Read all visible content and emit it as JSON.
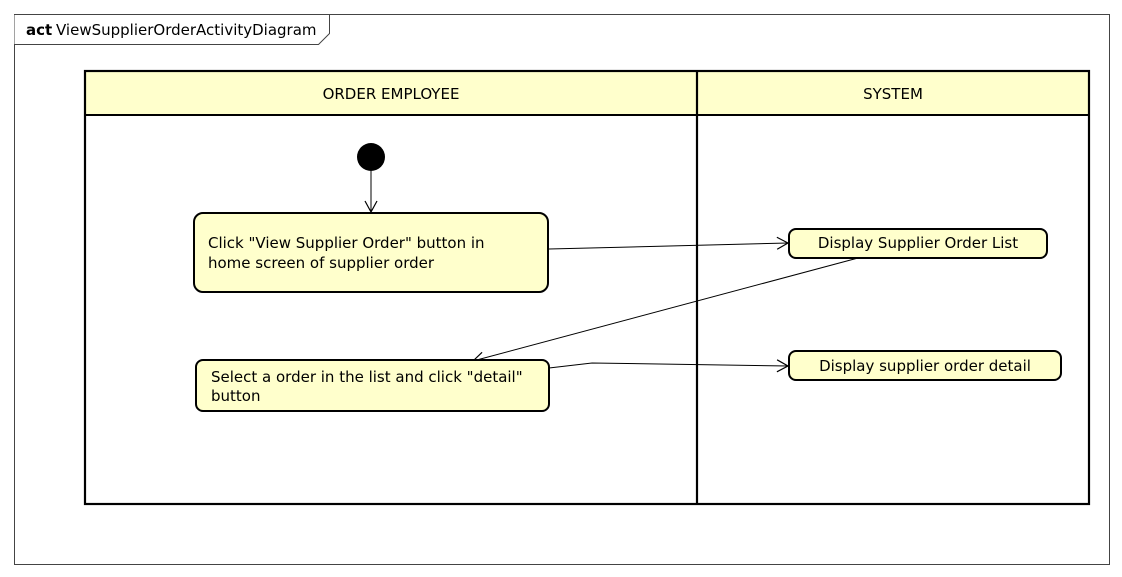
{
  "frame": {
    "keyword": "act",
    "name": "ViewSupplierOrderActivityDiagram"
  },
  "swimlanes": [
    {
      "title": "ORDER EMPLOYEE"
    },
    {
      "title": "SYSTEM"
    }
  ],
  "actions": {
    "click_view": {
      "lines": [
        "Click \"View Supplier Order\" button in",
        "home screen of supplier order"
      ]
    },
    "select_order": {
      "lines": [
        "Select a order in the list and click \"detail\"",
        "button"
      ]
    },
    "display_list": {
      "lines": [
        "Display Supplier Order List"
      ]
    },
    "display_detail": {
      "lines": [
        "Display supplier order detail"
      ]
    }
  },
  "colors": {
    "fill": "#ffffcc",
    "stroke": "#000000",
    "frame_stroke": "#444444",
    "background": "#ffffff"
  }
}
